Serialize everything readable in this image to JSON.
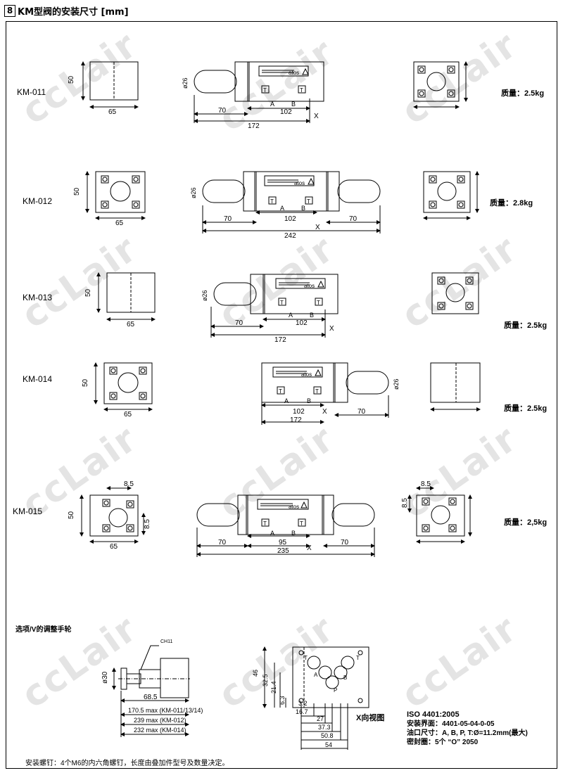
{
  "header": {
    "number": "8",
    "title": "KM型阀的安装尺寸 [mm]"
  },
  "models": [
    {
      "label": "KM-011",
      "mass": "质量：2.5kg"
    },
    {
      "label": "KM-012",
      "mass": "质量：2.8kg"
    },
    {
      "label": "KM-013",
      "mass": "质量：2.5kg"
    },
    {
      "label": "KM-014",
      "mass": "质量：2.5kg"
    },
    {
      "label": "KM-015",
      "mass": "质量：2,5kg"
    }
  ],
  "dims": {
    "d50": "50",
    "d65": "65",
    "d70": "70",
    "d102": "102",
    "d172": "172",
    "d242": "242",
    "d95": "95",
    "d235": "235",
    "d85": "8.5",
    "d26": "ø26",
    "A": "A",
    "B": "B",
    "X": "X",
    "T": "T"
  },
  "brand": "atos",
  "handwheel": {
    "title": "选项/V的调整手轮",
    "ch": "CH11",
    "d30": "ø30",
    "d685": "68.5",
    "max1": "170.5 max (KM-011/13/14)",
    "max2": "239 max (KM-012)",
    "max3": "232 max (KM-014)"
  },
  "xview": {
    "title": "X向视图",
    "v46": "46",
    "v325": "32.5",
    "v214": "21.4",
    "v63": "6.3",
    "h32": "3.2",
    "h167": "16.7",
    "h27": "27",
    "h373": "37.3",
    "h508": "50.8",
    "h54": "54",
    "pT": "T",
    "pA": "A",
    "pB": "B",
    "pP": "P"
  },
  "iso": {
    "l1": "ISO 4401:2005",
    "l2": "安装界面：4401-05-04-0-05",
    "l3": "油口尺寸：A, B, P, T:Ø=11.2mm(最大)",
    "l4": "密封圈：5个 “O” 2050"
  },
  "footer": "安装螺钉：4个M6的内六角螺钉，长度由叠加件型号及数量决定。",
  "watermark": "ccLair"
}
